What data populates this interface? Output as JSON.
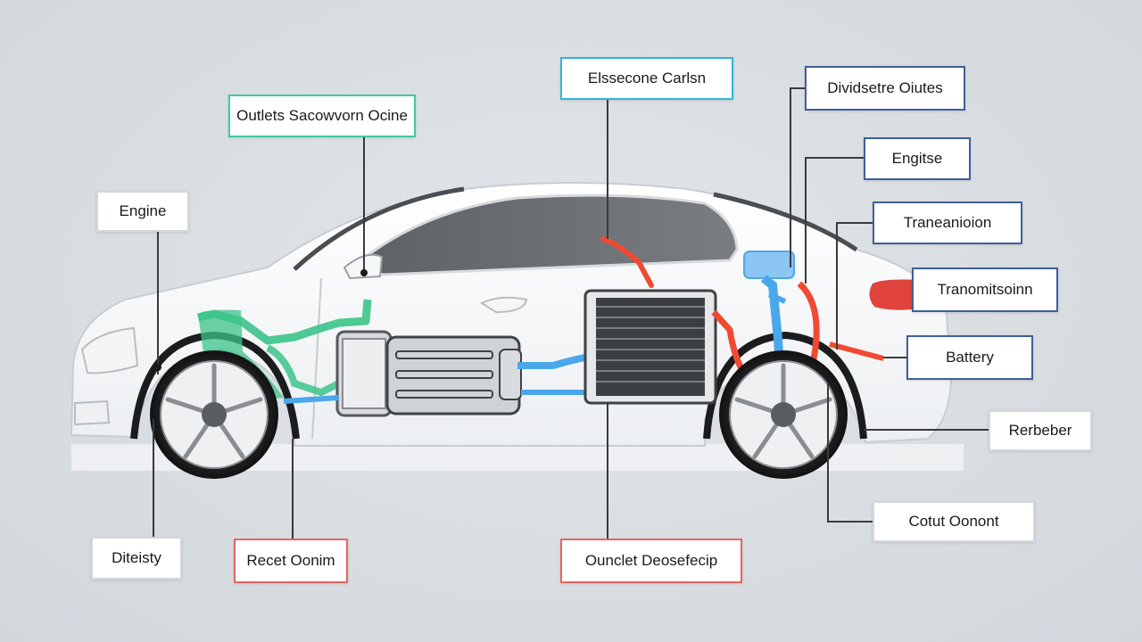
{
  "labels": {
    "engine_left": "Engine",
    "outlet_top": "Outlets Sacowvorn Ocine",
    "top_center": "Elssecone Carlsn",
    "top_right": "Dividsetre Oiutes",
    "engine_right": "Engitse",
    "transmission_1": "Traneanioion",
    "transmission_2": "Tranomitsoinn",
    "battery": "Battery",
    "radiator": "Rerbeber",
    "bottom_left": "Diteisty",
    "bottom_red_left": "Recet Oonim",
    "bottom_center": "Ounclet Deosefecip",
    "bottom_right": "Cotut Oonont"
  },
  "colors": {
    "coolant_green": "#3cc48a",
    "coolant_blue": "#4aa8ea",
    "hot_red": "#f04a32",
    "car_body": "#fbfcfd",
    "window": "#6b6e72",
    "leader_line": "#3a3a3a"
  }
}
